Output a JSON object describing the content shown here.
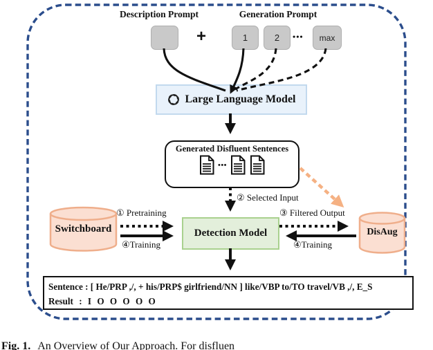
{
  "prompts": {
    "description_label": "Description Prompt",
    "generation_label": "Generation Prompt",
    "plus": "+",
    "squares": [
      "",
      "1",
      "2",
      "max"
    ],
    "ellipsis": "•••"
  },
  "llm": {
    "label": "Large Language Model"
  },
  "generated_box": {
    "title": "Generated Disfluent Sentences",
    "ellipsis": "•••"
  },
  "flow": {
    "selected_input": "② Selected Input",
    "pretraining": "① Pretraining",
    "training_left": "④Training",
    "filtered_output": "③ Filtered Output",
    "training_right": "④Training"
  },
  "stores": {
    "switchboard": "Switchboard",
    "disaug": "DisAug"
  },
  "detector": {
    "label": "Detection Model"
  },
  "output": {
    "sentence_line": "Sentence : [ He/PRP ,/, + his/PRP$ girlfriend/NN ] like/VBP to/TO travel/VB ,/, E_S",
    "result_line": "Result : I O O O O O"
  },
  "figure": {
    "caption_fig_label": "Fig. 1.",
    "caption_text": "An Overview of Our Approach. For disfluen"
  },
  "colors": {
    "border_blue": "#2b4d8c",
    "llm_fill": "#e9f2fb",
    "llm_border": "#c2d9ee",
    "detector_fill": "#e3efdb",
    "detector_border": "#a9d18e",
    "store_fill": "#fbdfd2",
    "store_border": "#efae8b",
    "square_fill": "#c9c9c9",
    "orange_arrow": "#f5b183"
  }
}
